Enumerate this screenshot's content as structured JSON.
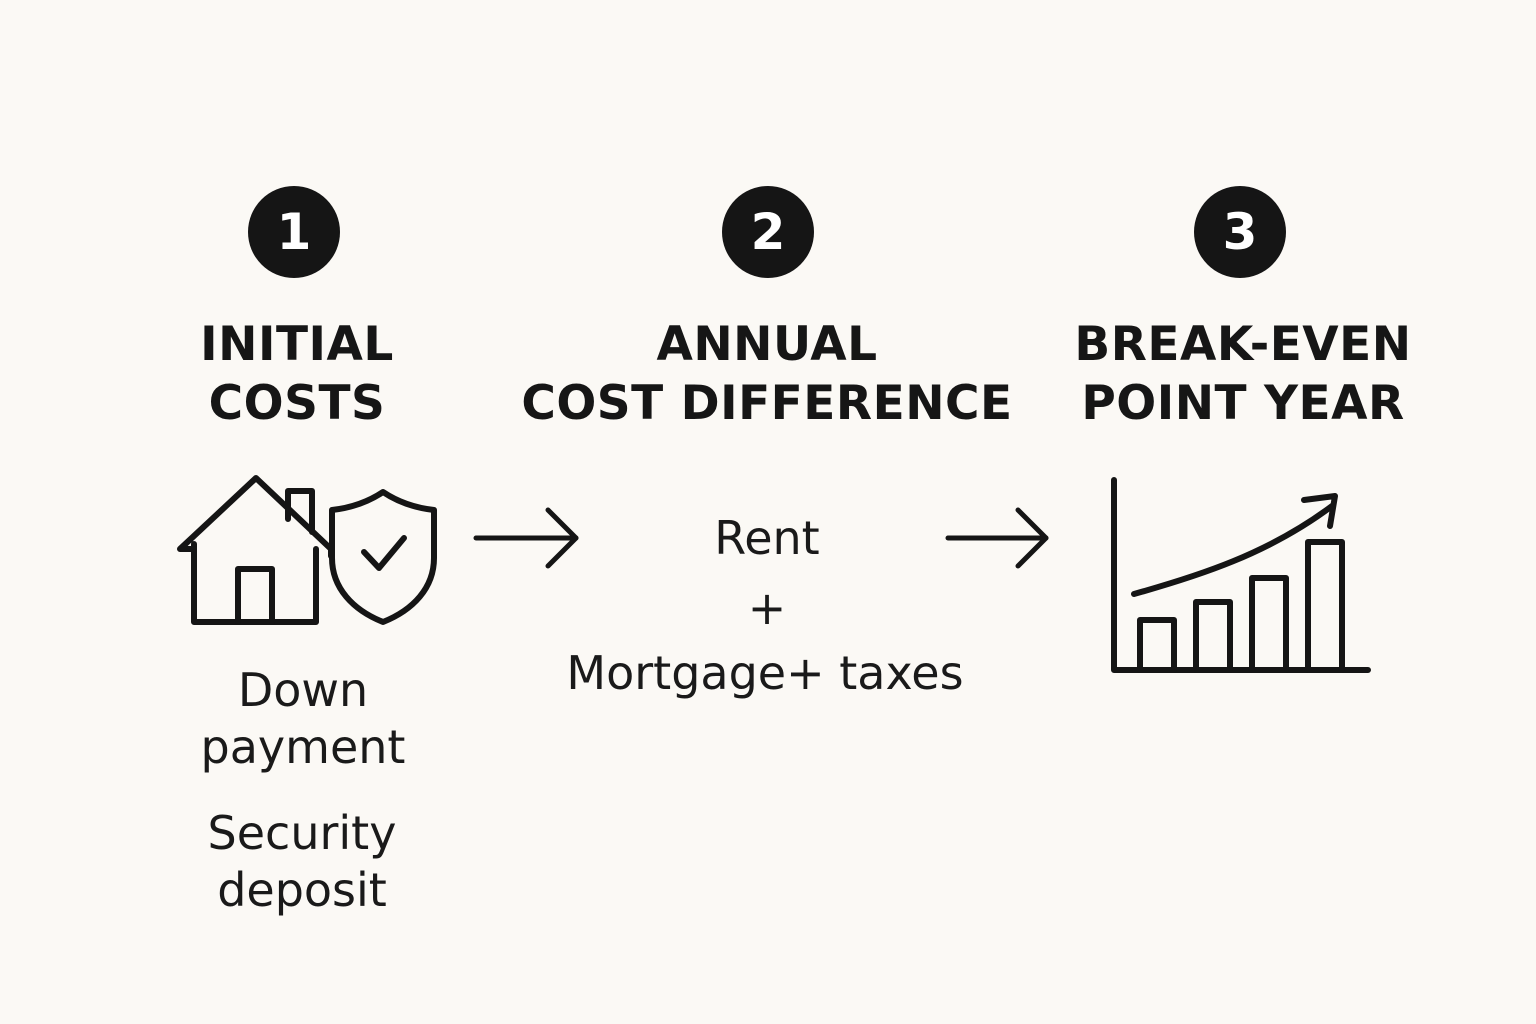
{
  "steps": [
    {
      "number": "1",
      "heading": [
        "INITIAL",
        "COSTS"
      ],
      "items": [
        [
          "Down",
          "payment"
        ],
        [
          "Security",
          "deposit"
        ]
      ],
      "icons": [
        "house-icon",
        "shield-check-icon"
      ]
    },
    {
      "number": "2",
      "heading": [
        "ANNUAL",
        "COST DIFFERENCE"
      ],
      "items": {
        "first": "Rent",
        "operator": "+",
        "second": "Mortgage+ taxes"
      }
    },
    {
      "number": "3",
      "heading": [
        "BREAK-EVEN",
        "POINT YEAR"
      ],
      "icons": [
        "growth-chart-icon"
      ]
    }
  ],
  "connectors": [
    "arrow-right-icon",
    "arrow-right-icon"
  ],
  "colors": {
    "background": "#fbf9f5",
    "ink": "#151515",
    "badge_text": "#ffffff"
  }
}
